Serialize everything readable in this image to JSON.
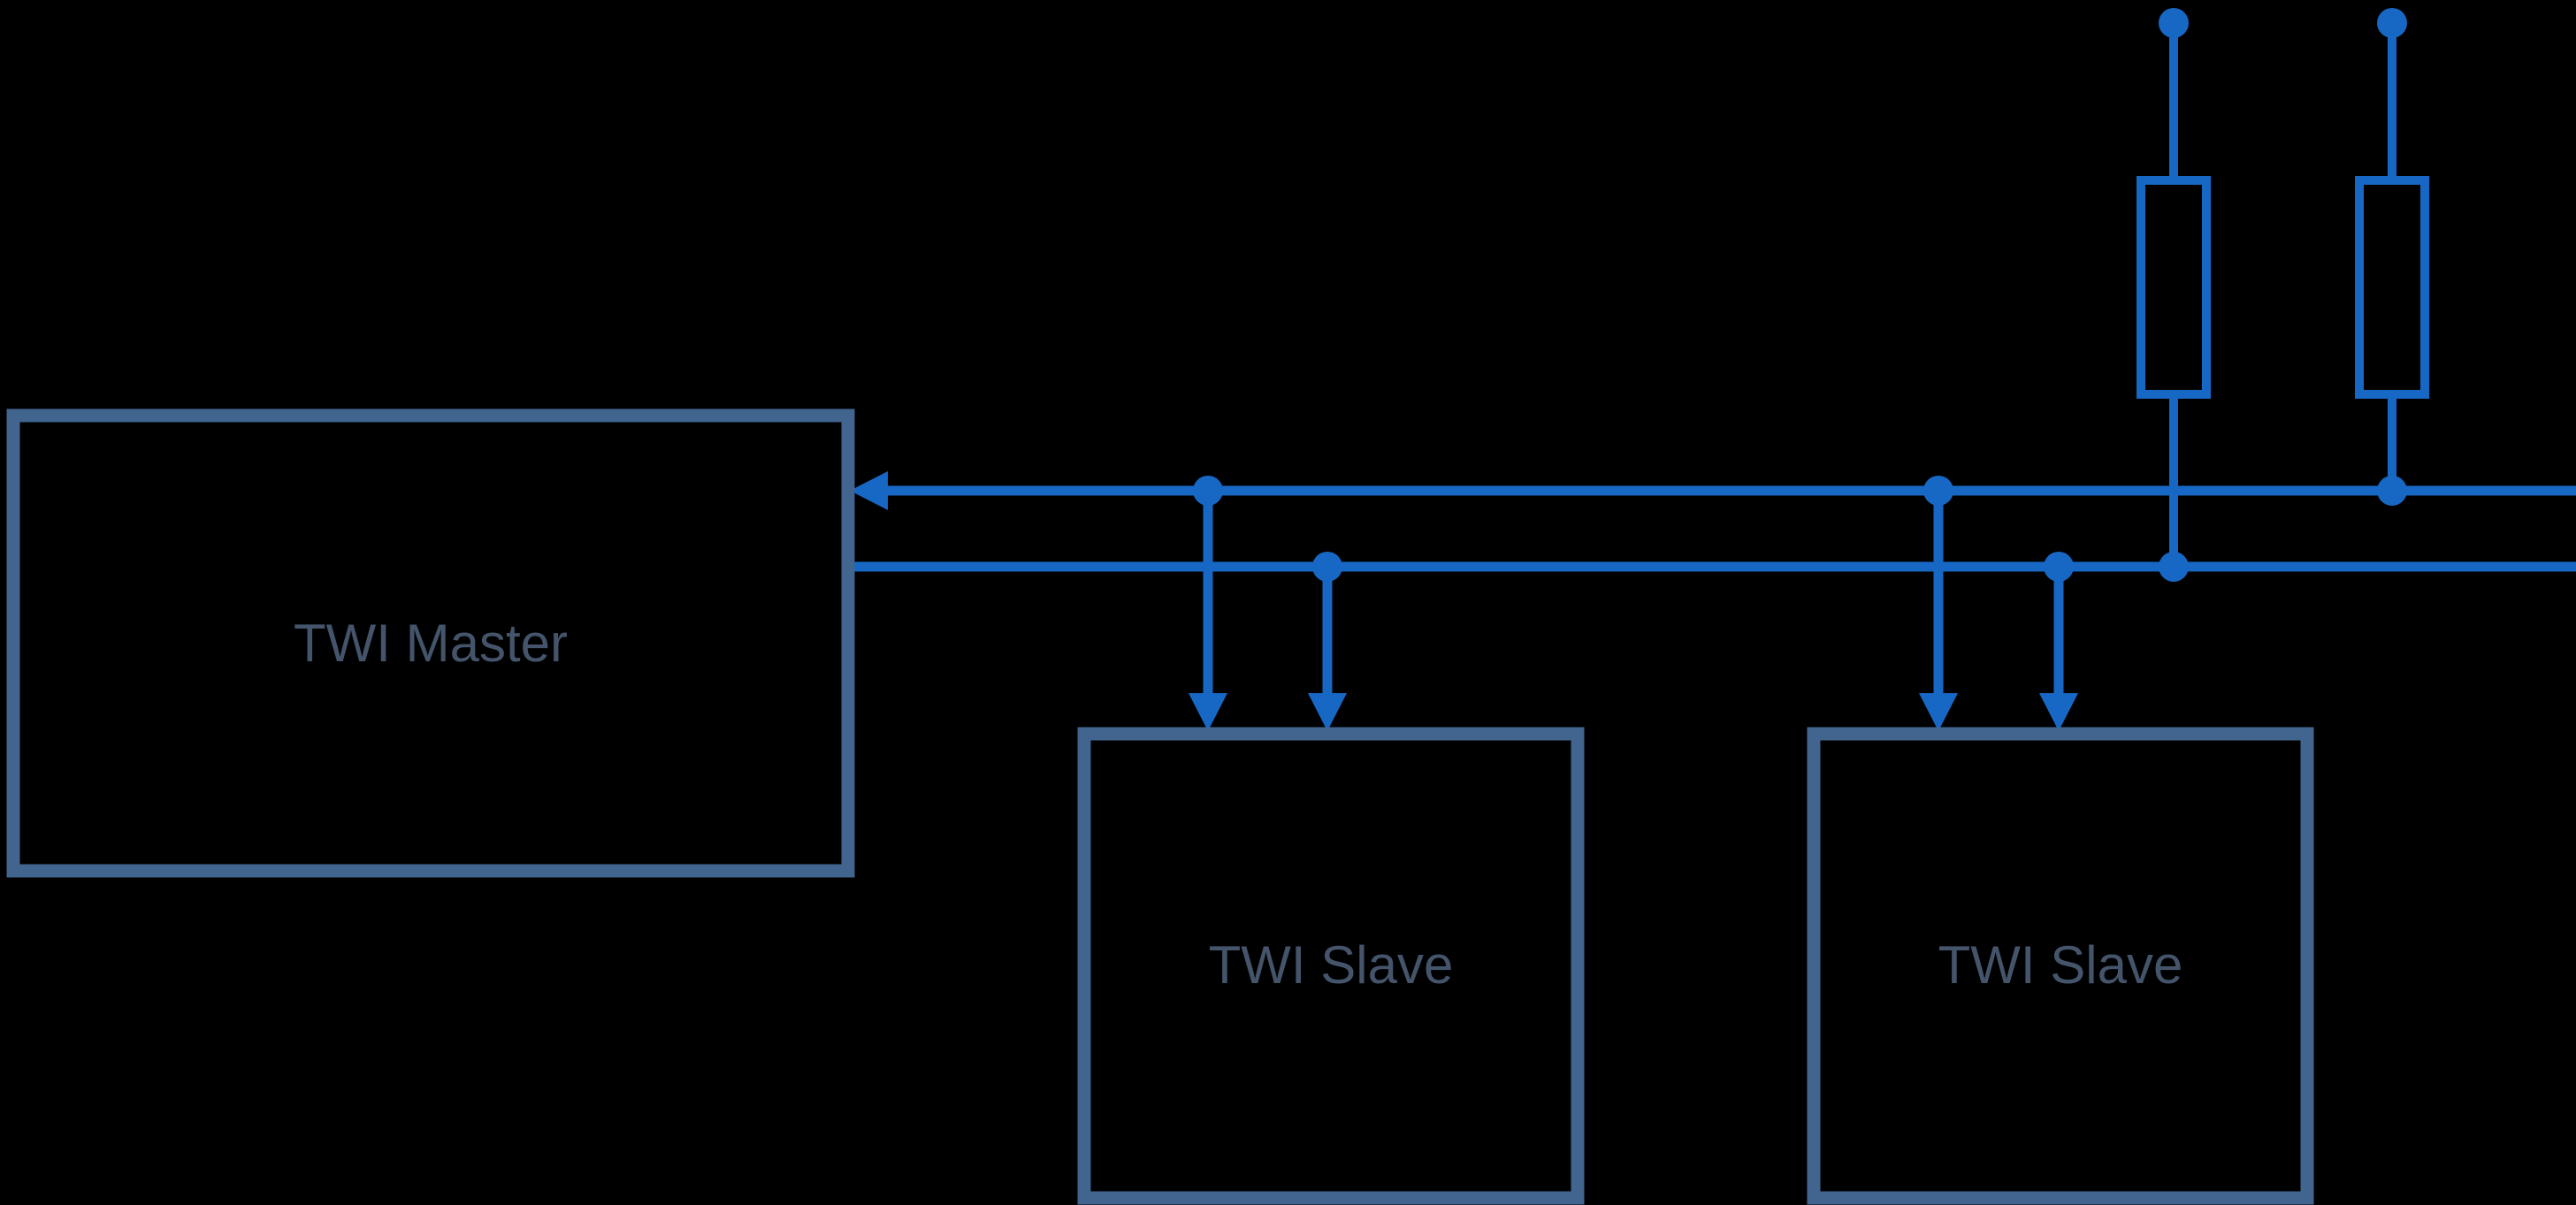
{
  "diagram": {
    "nodes": {
      "master": {
        "label": "TWI Master"
      },
      "slave1": {
        "label": "TWI Slave"
      },
      "slave2": {
        "label": "TWI Slave"
      }
    }
  },
  "colors": {
    "background": "#000000",
    "line": "#1768c4",
    "box-border": "#41658f",
    "label-text": "#44546a"
  }
}
